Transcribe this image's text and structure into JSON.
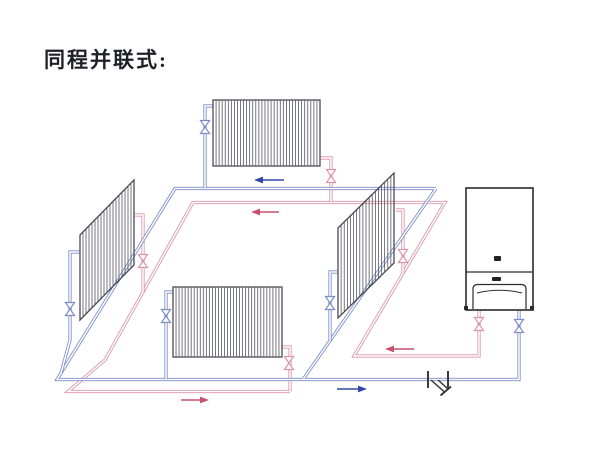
{
  "title": "同程并联式:",
  "colors": {
    "background": "#ffffff",
    "supply_pipe": "#dc93a8",
    "return_pipe": "#7b8cc9",
    "supply_arrow": "#c94f6d",
    "return_arrow": "#3346a8",
    "radiator_line": "#4a4a55",
    "equipment_line": "#2b2b2b",
    "strainer_line": "#3a3a3a",
    "title_color": "#1f1f28"
  },
  "diagram": {
    "system_type_label": "同程并联式:",
    "components": [
      {
        "name": "radiator-back",
        "style": "front-view",
        "connections": [
          "return-valve-left",
          "supply-valve-right"
        ]
      },
      {
        "name": "radiator-left",
        "style": "perspective-view",
        "connections": [
          "return-valve-left",
          "supply-valve-right"
        ]
      },
      {
        "name": "radiator-front",
        "style": "front-view",
        "connections": [
          "return-valve-left",
          "supply-valve-right"
        ]
      },
      {
        "name": "radiator-right",
        "style": "perspective-view",
        "connections": [
          "return-valve-left",
          "supply-valve-right"
        ]
      },
      {
        "name": "wall-boiler",
        "style": "front-view",
        "connections": [
          "supply-valve",
          "return-valve"
        ]
      },
      {
        "name": "y-strainer",
        "location": "return-main-before-boiler"
      }
    ],
    "valve_count": 10,
    "arrows": [
      {
        "name": "return-flow-top",
        "direction": "left",
        "color_role": "return_arrow"
      },
      {
        "name": "supply-flow-top",
        "direction": "left",
        "color_role": "supply_arrow"
      },
      {
        "name": "supply-flow-right",
        "direction": "left",
        "color_role": "supply_arrow"
      },
      {
        "name": "return-flow-bottom",
        "direction": "right",
        "color_role": "return_arrow"
      },
      {
        "name": "supply-flow-bottom-left",
        "direction": "right",
        "color_role": "supply_arrow"
      }
    ]
  }
}
